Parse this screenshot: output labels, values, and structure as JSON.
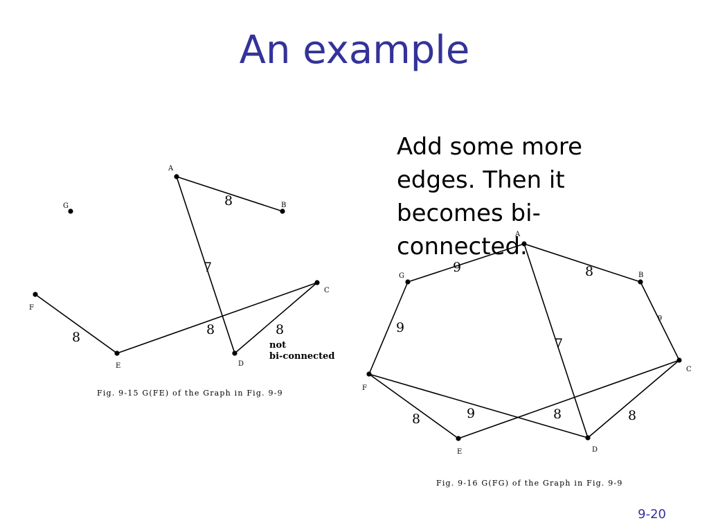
{
  "slide": {
    "title": "An example",
    "description": "Add some more edges. Then it becomes bi-connected.",
    "page_number": "9-20"
  },
  "figure_left": {
    "caption": "Fig. 9-15  G(FE) of the Graph in Fig. 9-9",
    "note_line1": "not",
    "note_line2": "bi-connected",
    "nodes": [
      {
        "id": "A",
        "label": "A"
      },
      {
        "id": "B",
        "label": "B"
      },
      {
        "id": "G",
        "label": "G"
      },
      {
        "id": "C",
        "label": "C"
      },
      {
        "id": "F",
        "label": "F"
      },
      {
        "id": "E",
        "label": "E"
      },
      {
        "id": "D",
        "label": "D"
      }
    ],
    "edges": [
      {
        "from": "A",
        "to": "B",
        "weight": "8"
      },
      {
        "from": "A",
        "to": "D",
        "weight": "7"
      },
      {
        "from": "F",
        "to": "E",
        "weight": "8"
      },
      {
        "from": "E",
        "to": "C",
        "weight": "8"
      },
      {
        "from": "C",
        "to": "D",
        "weight": "8"
      }
    ]
  },
  "figure_right": {
    "caption": "Fig. 9-16  G(FG) of the Graph in Fig. 9-9",
    "nodes": [
      {
        "id": "A",
        "label": "A"
      },
      {
        "id": "B",
        "label": "B"
      },
      {
        "id": "G",
        "label": "G"
      },
      {
        "id": "C",
        "label": "C"
      },
      {
        "id": "F",
        "label": "F"
      },
      {
        "id": "E",
        "label": "E"
      },
      {
        "id": "D",
        "label": "D"
      }
    ],
    "edges": [
      {
        "from": "G",
        "to": "A",
        "weight": "9"
      },
      {
        "from": "A",
        "to": "B",
        "weight": "8"
      },
      {
        "from": "B",
        "to": "C",
        "weight": "9"
      },
      {
        "from": "G",
        "to": "F",
        "weight": "9"
      },
      {
        "from": "A",
        "to": "D",
        "weight": "7"
      },
      {
        "from": "F",
        "to": "E",
        "weight": "8"
      },
      {
        "from": "F",
        "to": "D",
        "weight": "9"
      },
      {
        "from": "E",
        "to": "C",
        "weight": "8"
      },
      {
        "from": "C",
        "to": "D",
        "weight": "8"
      }
    ]
  }
}
